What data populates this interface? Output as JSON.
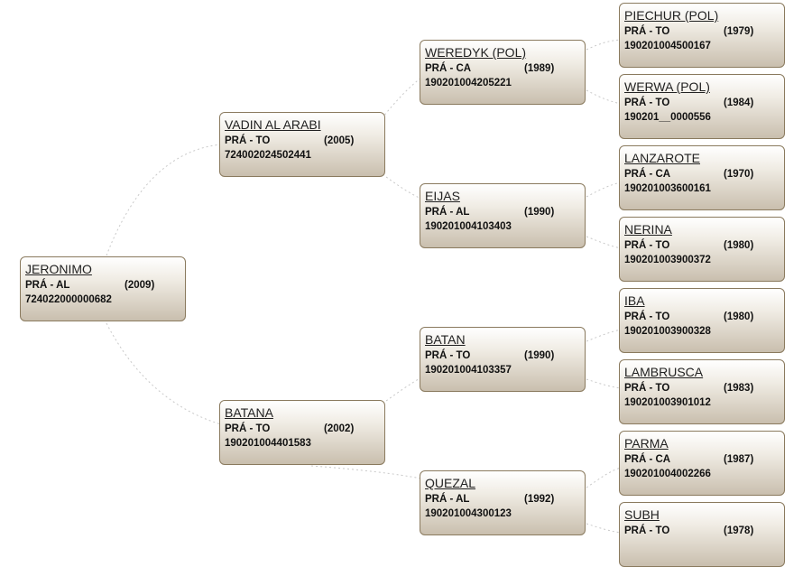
{
  "horses": [
    {
      "id": "h0",
      "name": "JERONIMO",
      "breed": "PRÁ - AL",
      "year": "2009",
      "reg": "724022000000682"
    },
    {
      "id": "h1",
      "name": "VADIN AL ARABI",
      "breed": "PRÁ - TO",
      "year": "2005",
      "reg": "724002024502441"
    },
    {
      "id": "h2",
      "name": "BATANA",
      "breed": "PRÁ - TO",
      "year": "2002",
      "reg": "190201004401583"
    },
    {
      "id": "h3",
      "name": "WEREDYK (POL)",
      "breed": "PRÁ - CA",
      "year": "1989",
      "reg": "190201004205221"
    },
    {
      "id": "h4",
      "name": "EIJAS",
      "breed": "PRÁ - AL",
      "year": "1990",
      "reg": "190201004103403"
    },
    {
      "id": "h5",
      "name": "BATAN",
      "breed": "PRÁ - TO",
      "year": "1990",
      "reg": "190201004103357"
    },
    {
      "id": "h6",
      "name": "QUEZAL",
      "breed": "PRÁ - AL",
      "year": "1992",
      "reg": "190201004300123"
    },
    {
      "id": "h7",
      "name": "PIECHUR (POL)",
      "breed": "PRÁ - TO",
      "year": "1979",
      "reg": "190201004500167"
    },
    {
      "id": "h8",
      "name": "WERWA (POL)",
      "breed": "PRÁ - TO",
      "year": "1984",
      "reg": "190201__0000556"
    },
    {
      "id": "h9",
      "name": "LANZAROTE",
      "breed": "PRÁ - CA",
      "year": "1970",
      "reg": "190201003600161"
    },
    {
      "id": "h10",
      "name": "NERINA",
      "breed": "PRÁ - TO",
      "year": "1980",
      "reg": "190201003900372"
    },
    {
      "id": "h11",
      "name": "IBA",
      "breed": "PRÁ - TO",
      "year": "1980",
      "reg": "190201003900328"
    },
    {
      "id": "h12",
      "name": "LAMBRUSCA",
      "breed": "PRÁ - TO",
      "year": "1983",
      "reg": "190201003901012"
    },
    {
      "id": "h13",
      "name": "PARMA",
      "breed": "PRÁ - CA",
      "year": "1987",
      "reg": "190201004002266"
    },
    {
      "id": "h14",
      "name": "SUBH",
      "breed": "PRÁ - TO",
      "year": "1978",
      "reg": ""
    }
  ]
}
